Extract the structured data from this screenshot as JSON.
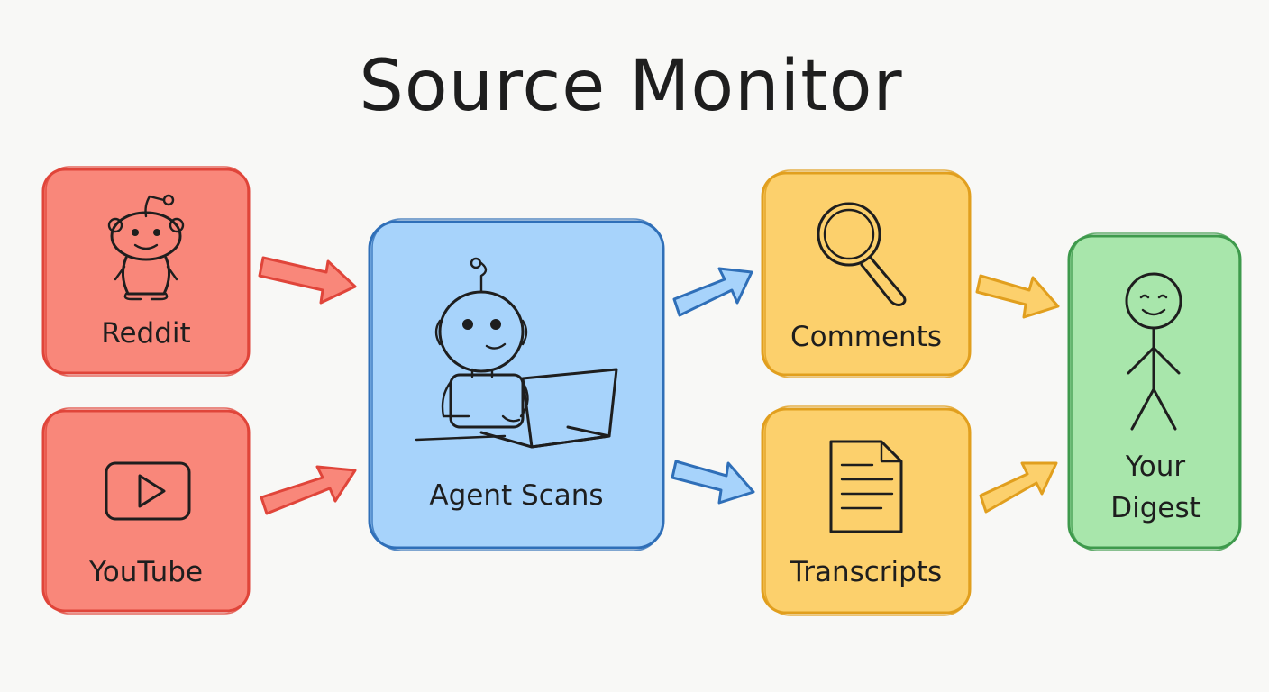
{
  "title": "Source Monitor",
  "nodes": {
    "reddit": {
      "label": "Reddit",
      "icon": "reddit-alien-icon"
    },
    "youtube": {
      "label": "YouTube",
      "icon": "youtube-play-icon"
    },
    "agent": {
      "label": "Agent Scans",
      "icon": "robot-laptop-icon"
    },
    "comments": {
      "label": "Comments",
      "icon": "magnifier-icon"
    },
    "transcripts": {
      "label": "Transcripts",
      "icon": "document-icon"
    },
    "digest": {
      "label_line1": "Your",
      "label_line2": "Digest",
      "icon": "stick-figure-icon"
    }
  },
  "colors": {
    "red_fill": "#f9877a",
    "red_stroke": "#e0453a",
    "blue_fill": "#a7d3fb",
    "blue_stroke": "#2f6fb8",
    "yellow_fill": "#fcd06c",
    "yellow_stroke": "#e19f1e",
    "green_fill": "#a8e6ab",
    "green_stroke": "#3e9a4c"
  }
}
